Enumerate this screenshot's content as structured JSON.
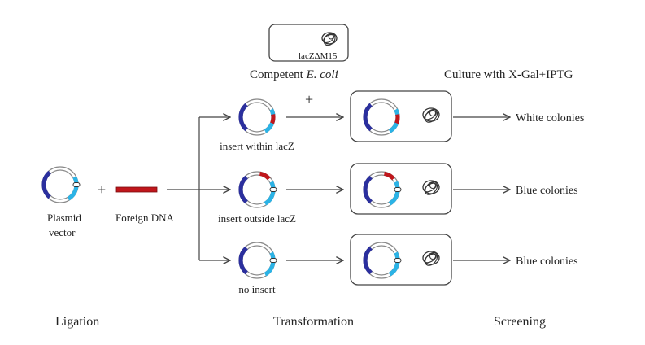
{
  "diagram": {
    "title": "Blue-white screening of recombinant plasmids",
    "ligation": {
      "plasmid_label_line1": "Plasmid",
      "plasmid_label_line2": "vector",
      "plus": "+",
      "foreign_dna_label": "Foreign DNA"
    },
    "competent_cell": {
      "marker": "lacZΔM15",
      "label_prefix": "Competent ",
      "label_italic": "E. coli"
    },
    "transformation_plus": "+",
    "culture_label": "Culture with X-Gal+IPTG",
    "branches": [
      {
        "plasmid_label": "insert within lacZ",
        "insert_position": "within-lacZ",
        "result": "White colonies"
      },
      {
        "plasmid_label": "insert outside lacZ",
        "insert_position": "outside-lacZ",
        "result": "Blue colonies"
      },
      {
        "plasmid_label": "no insert",
        "insert_position": "none",
        "result": "Blue colonies"
      }
    ],
    "stages": [
      "Ligation",
      "Transformation",
      "Screening"
    ],
    "colors": {
      "dark_blue_segment": "#2b2f9e",
      "light_blue_segment": "#2bb3e6",
      "insert_red": "#c0161b",
      "ring_gray": "#8a8a8a",
      "line": "#444444"
    }
  }
}
